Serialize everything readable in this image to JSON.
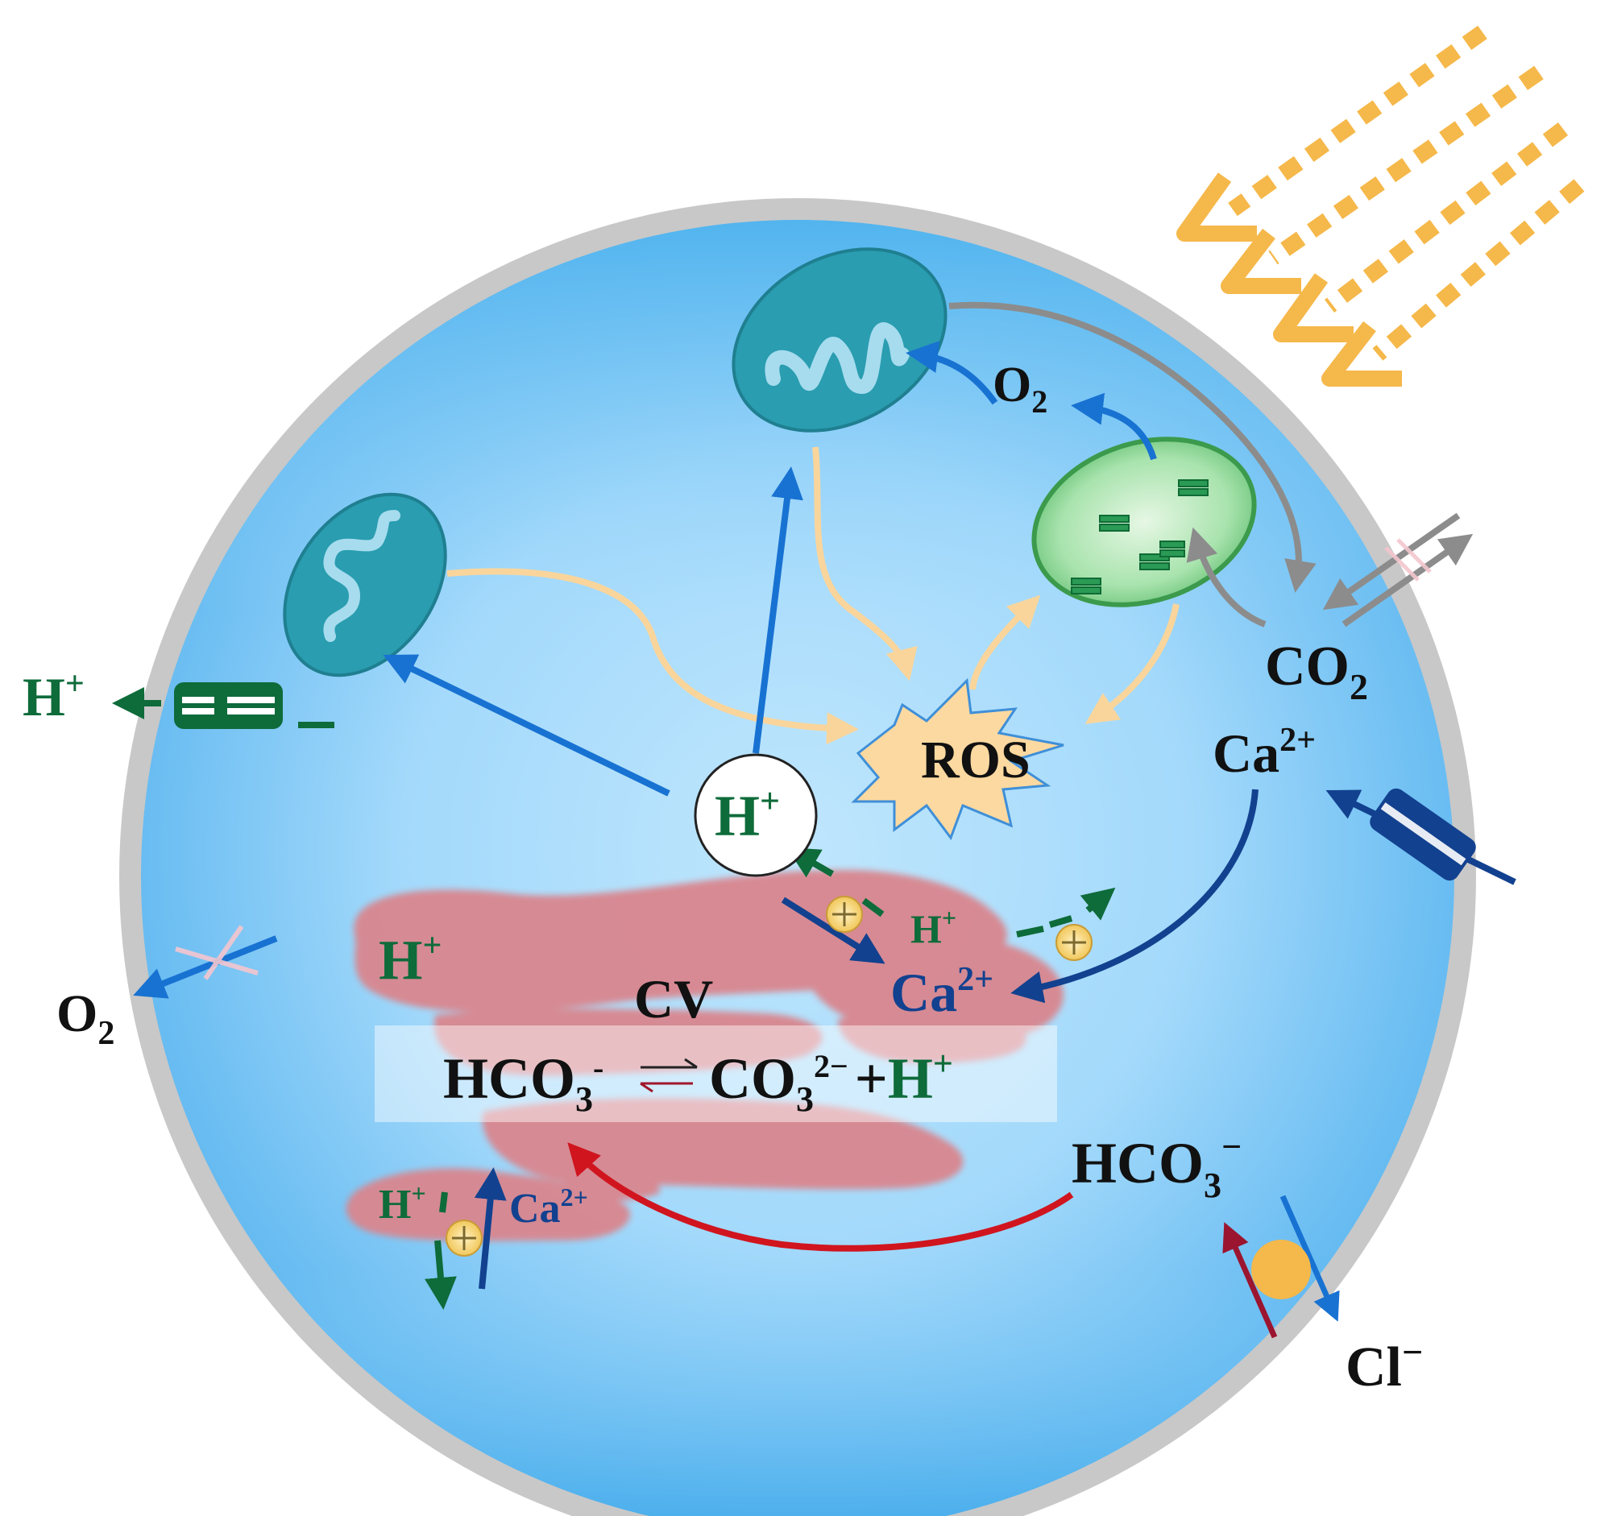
{
  "colors": {
    "cell_wall": "#c8c8c8",
    "cytoplasm_top": "#6ec6f5",
    "cytoplasm_mid": "#a9dcfb",
    "cytoplasm_bottom": "#5db7ef",
    "mitochondrion": "#2a9db0",
    "chloroplast": "#9fe0a8",
    "vacuole": "#d9868e",
    "ros_fill": "#fcd9a0",
    "light": "#f5b84a",
    "proton_green": "#0e6b3a",
    "navy": "#12418f",
    "blue_arrow": "#1872d2",
    "grey_arrow": "#8c8c8c",
    "red_arrow": "#d0151f",
    "peach_arrow": "#f9d59c"
  },
  "labels": {
    "o2_top": {
      "main": "O",
      "sub": "2"
    },
    "co2": {
      "main": "CO",
      "sub": "2"
    },
    "ros": "ROS",
    "ca_top": {
      "main": "Ca",
      "sup": "2+"
    },
    "h_out": {
      "main": "H",
      "sup": "+"
    },
    "h_center": {
      "main": "H",
      "sup": "+"
    },
    "h_vac_right": {
      "main": "H",
      "sup": "+"
    },
    "h_vac_left": {
      "main": "H",
      "sup": "+"
    },
    "cv": "CV",
    "ca_vac": {
      "main": "Ca",
      "sup": "2+"
    },
    "o2_out": {
      "main": "O",
      "sub": "2"
    },
    "equation": {
      "left": "HCO",
      "left_sub": "3",
      "left_sup": "-",
      "right": "CO",
      "right_sub": "3",
      "right_sup": "2−",
      "plus": "+",
      "h": "H",
      "h_sup": "+"
    },
    "hco3": {
      "main": "HCO",
      "sub": "3",
      "sup": "−"
    },
    "h_bottom": {
      "main": "H",
      "sup": "+"
    },
    "ca_bottom": {
      "main": "Ca",
      "sup": "2+"
    },
    "cl": {
      "main": "Cl",
      "sup": "−"
    }
  }
}
